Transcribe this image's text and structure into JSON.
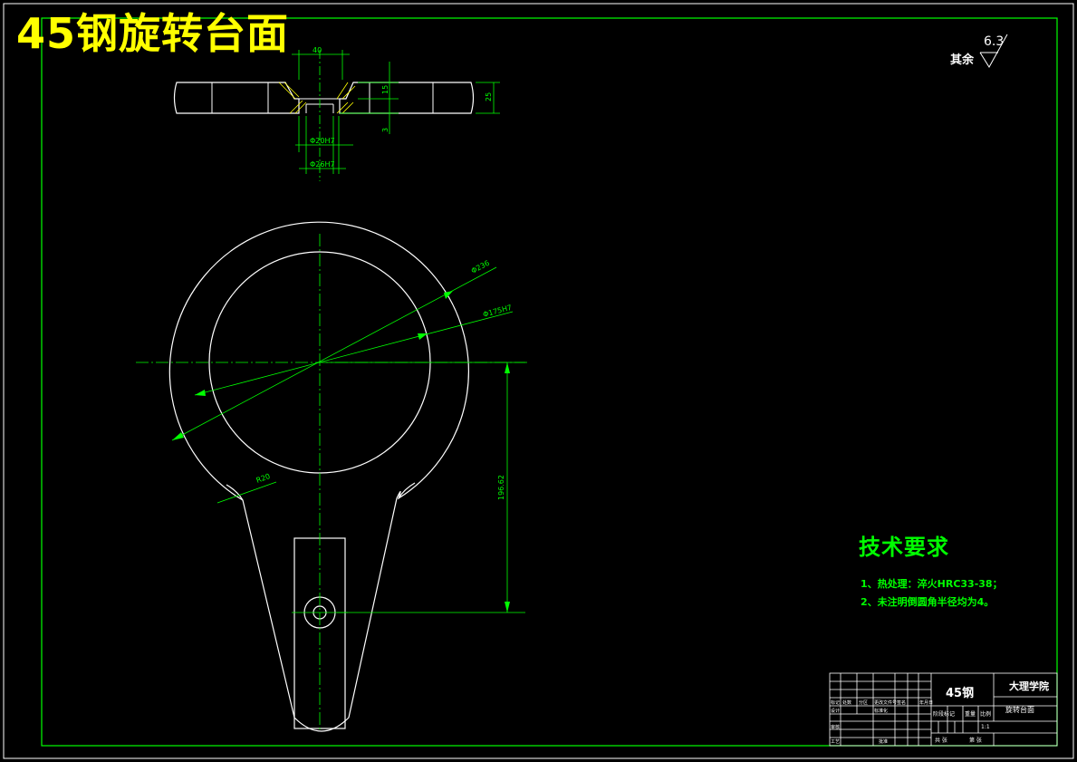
{
  "title": "45钢旋转台面",
  "roughness": {
    "label": "其余",
    "value": "6.3"
  },
  "dimensions": {
    "top_width": "40",
    "depth_15": "15",
    "depth_25": "25",
    "depth_3": "3",
    "bore_small": "Φ20H7",
    "bore_large": "Φ26H7",
    "outer_diameter": "Φ236",
    "inner_diameter": "Φ175H7",
    "fillet_radius": "R20",
    "center_distance": "196.62"
  },
  "tech_requirements": {
    "title": "技术要求",
    "items": [
      "1、热处理：淬火HRC33-38；",
      "2、未注明倒圆角半径均为4。"
    ]
  },
  "title_block": {
    "material": "45钢",
    "school": "大理学院",
    "part_name": "旋转台面",
    "scale_label": "比例",
    "stage_label": "阶段标记",
    "weight_label": "重量",
    "mark_label": "标记",
    "count_label": "处数",
    "zone_label": "分区",
    "doc_label": "更改文件号",
    "sign_label": "签名",
    "date_label": "年月日",
    "design_label": "设计",
    "standard_label": "标准化",
    "review_label": "审核",
    "process_label": "工艺",
    "approve_label": "批准",
    "sheet_total_label": "共 张",
    "sheet_label": "第 张",
    "scale_value": "1:1"
  },
  "colors": {
    "outline": "#ffffff",
    "dimension": "#00ff00",
    "title": "#ffff00",
    "background": "#000000"
  }
}
